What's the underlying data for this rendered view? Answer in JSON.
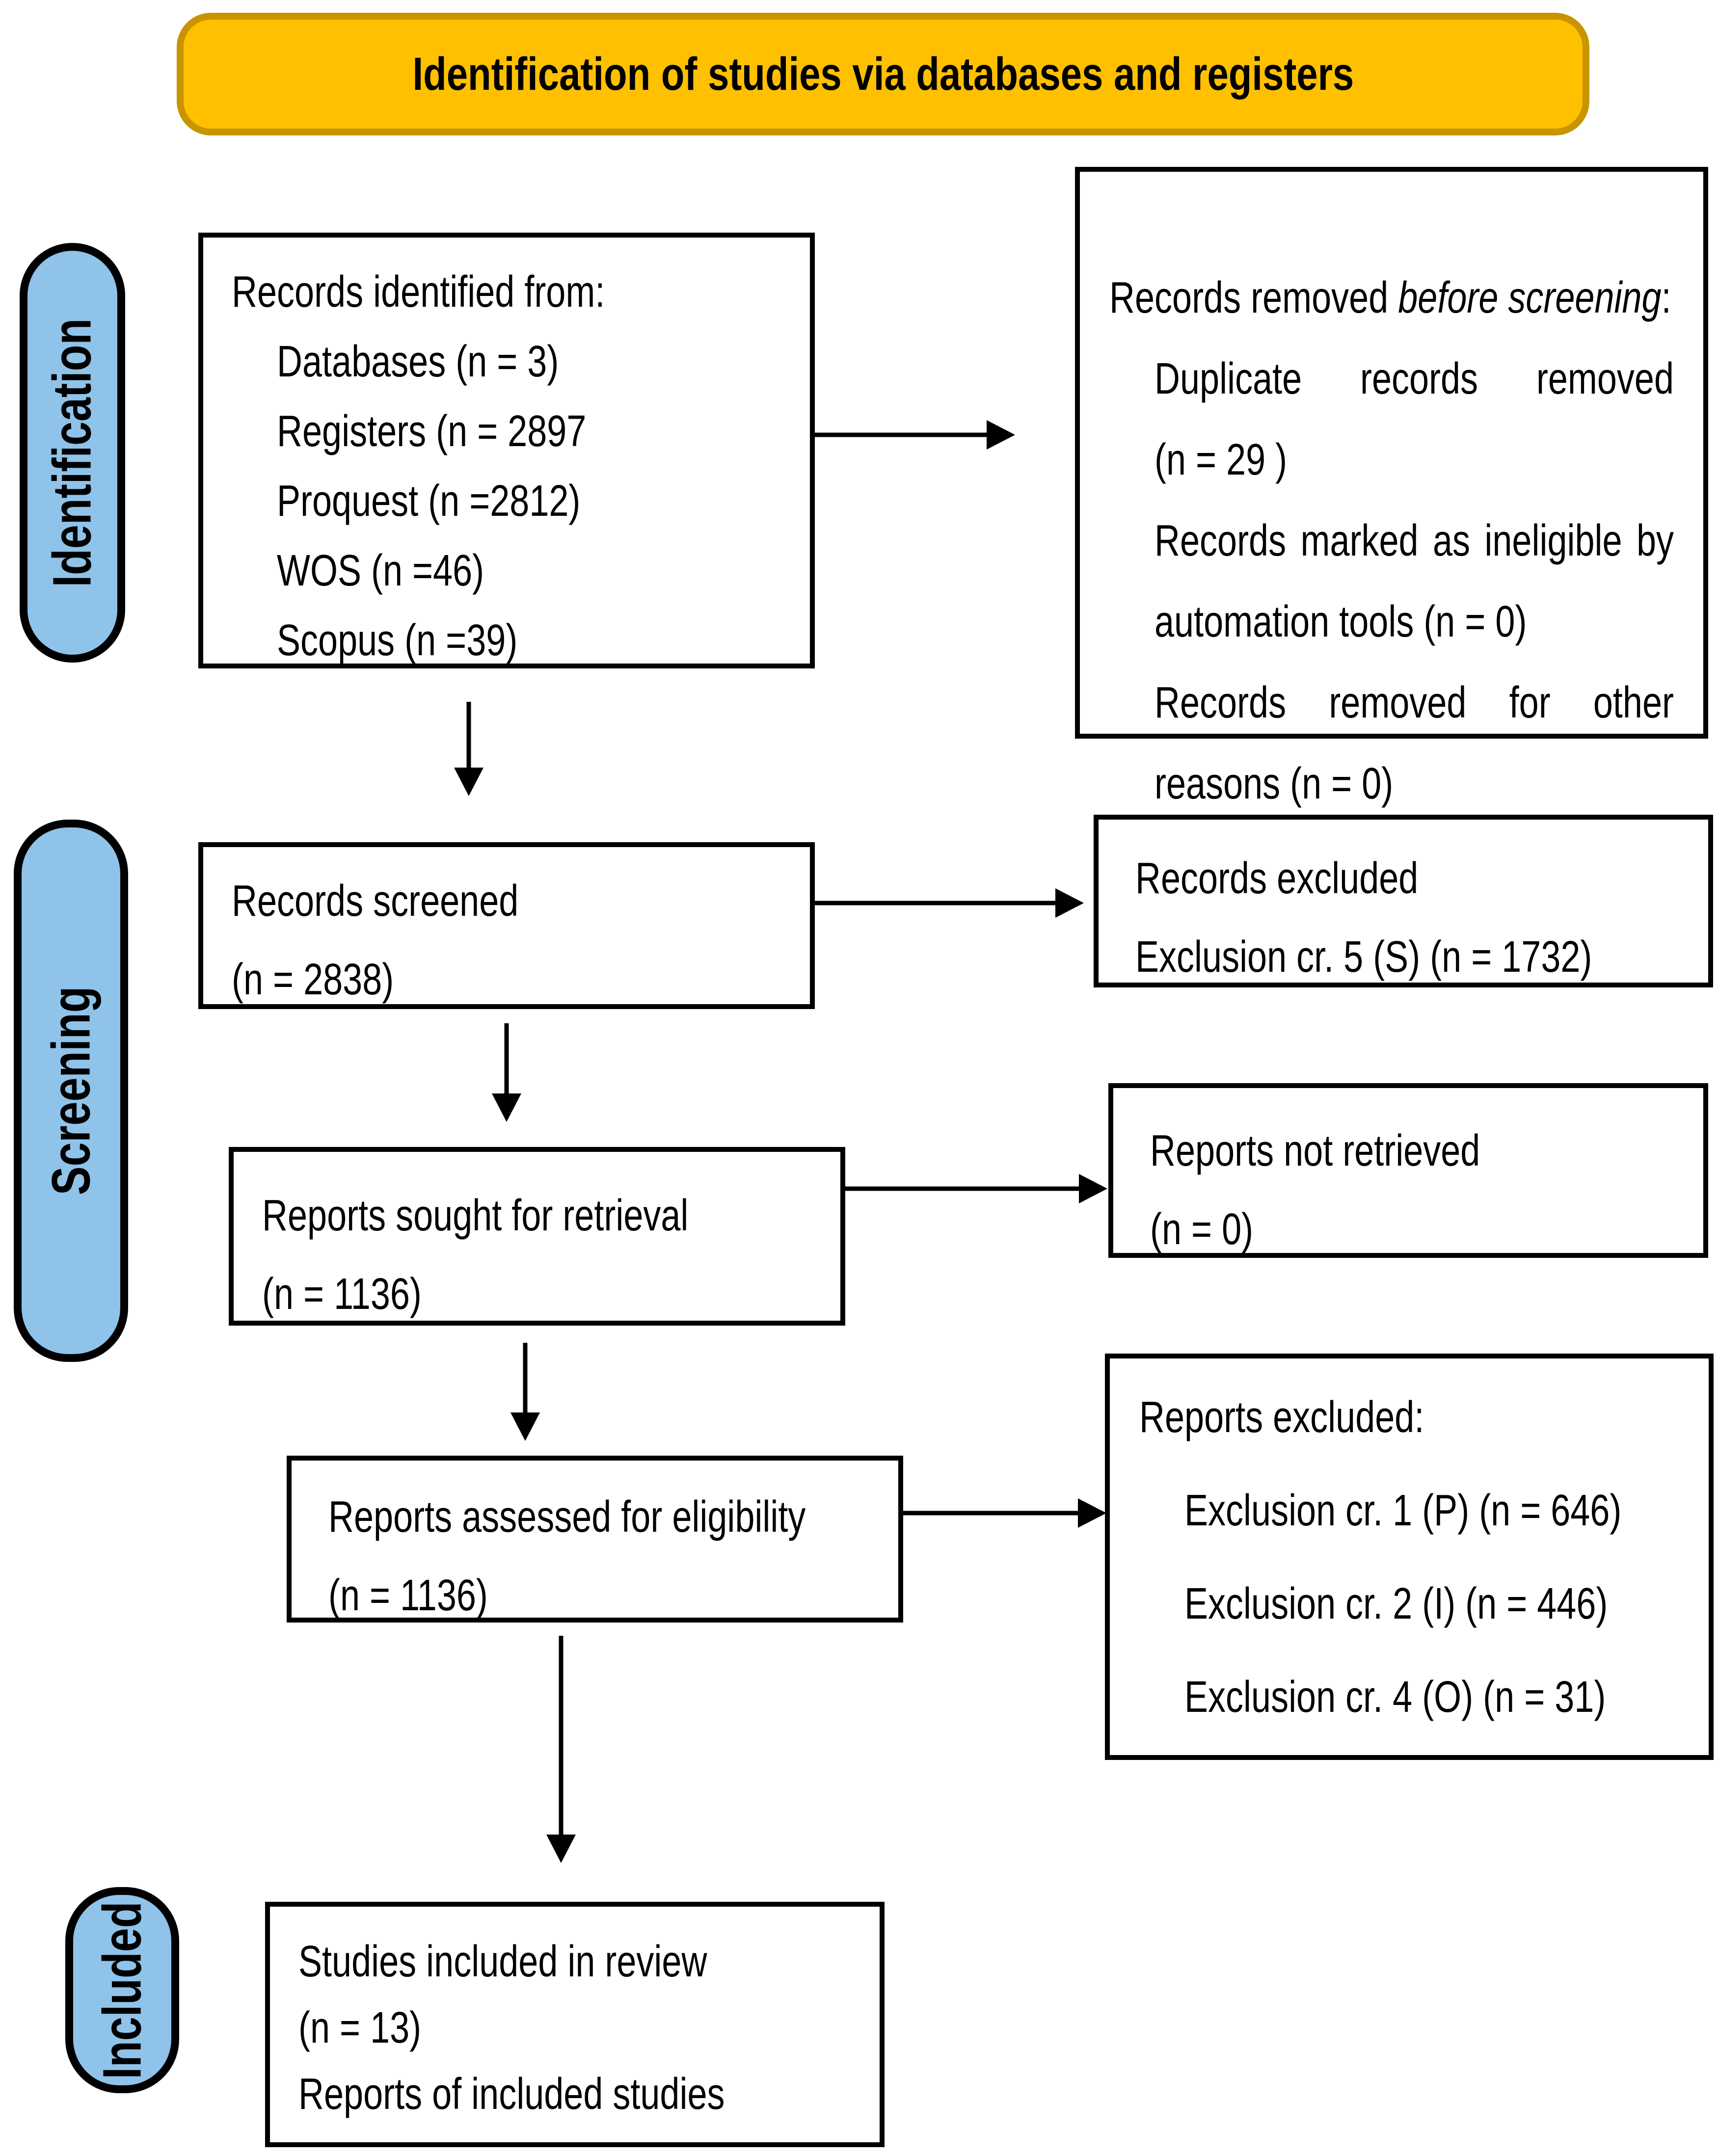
{
  "banner": {
    "title": "Identification of studies via databases and registers"
  },
  "stages": {
    "identification": "Identification",
    "screening": "Screening",
    "included": "Included"
  },
  "boxes": {
    "records_identified": {
      "title": "Records identified from:",
      "items": [
        "Databases (n = 3)",
        "Registers (n = 2897",
        "Proquest (n =2812)",
        "WOS (n =46)",
        "Scopus (n =39)"
      ]
    },
    "records_removed": {
      "intro_prefix": "Records removed ",
      "intro_italic": "before screening",
      "intro_suffix": ":",
      "items": [
        "Duplicate records removed (n = 29 )",
        "Records marked as ineligible by automation tools (n = 0)",
        "Records removed for other reasons (n = 0)"
      ]
    },
    "records_screened": {
      "line1": "Records screened",
      "line2": "(n = 2838)"
    },
    "records_excluded": {
      "line1": "Records excluded",
      "line2": "Exclusion cr. 5 (S) (n = 1732)"
    },
    "reports_sought": {
      "line1": "Reports sought for retrieval",
      "line2": "(n = 1136)"
    },
    "reports_not_retrieved": {
      "line1": "Reports not retrieved",
      "line2": "(n = 0)"
    },
    "reports_assessed": {
      "line1": "Reports assessed for eligibility",
      "line2": "(n = 1136)"
    },
    "reports_excluded": {
      "title": "Reports excluded:",
      "items": [
        "Exclusion cr. 1 (P) (n = 646)",
        "Exclusion cr. 2 (I) (n = 446)",
        "Exclusion cr. 4 (O) (n = 31)"
      ]
    },
    "studies_included": {
      "line1": "Studies included in review",
      "line2": "(n = 13)",
      "line3": "Reports of included studies"
    }
  },
  "colors": {
    "banner_fill": "#FFC000",
    "banner_border": "#C89400",
    "stage_fill": "#8FC3E9",
    "box_border": "#000000",
    "arrow": "#000000",
    "background": "#FFFFFF"
  }
}
